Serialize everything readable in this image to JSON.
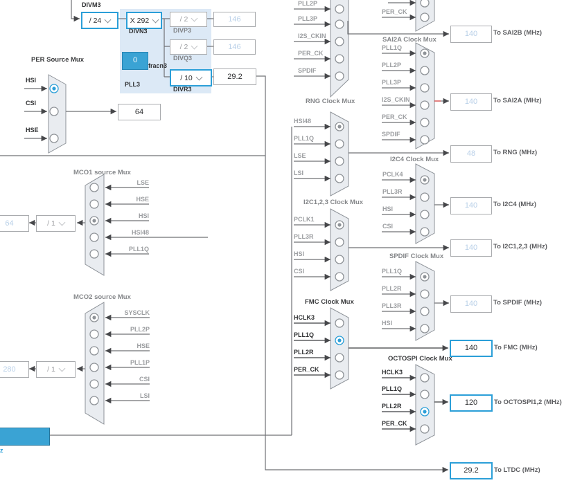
{
  "colors": {
    "accent": "#2b9fd8",
    "red": "#d22b2b",
    "fracn": "#3aa3d4",
    "dim_value": "#b9d0e8"
  },
  "pll3": {
    "divm3_label": "DIVM3",
    "divm3_value": "/ 24",
    "divn3_label": "DIVN3",
    "divn3_value": "X 292",
    "divp3_label": "DIVP3",
    "divp3_value": "/ 2",
    "divp3_out": "146",
    "divq3_label": "DIVQ3",
    "divq3_value": "/ 2",
    "divq3_out": "146",
    "divr3_label": "DIVR3",
    "divr3_value": "/ 10",
    "divr3_out": "29.2",
    "fracn_value": "0",
    "fracn_label": "fracn3",
    "block_label": "PLL3"
  },
  "per_mux": {
    "title": "PER Source Mux",
    "in0": "HSI",
    "in1": "CSI",
    "in2": "HSE",
    "out": "64"
  },
  "mco1": {
    "title": "MCO1 source Mux",
    "in0": "LSE",
    "in1": "HSE",
    "in2": "HSI",
    "in3": "HSI48",
    "in4": "PLL1Q",
    "div": "/ 1",
    "out": "64"
  },
  "mco2": {
    "title": "MCO2 source Mux",
    "in0": "SYSCLK",
    "in1": "PLL2P",
    "in2": "HSE",
    "in3": "PLL1P",
    "in4": "CSI",
    "in5": "LSI",
    "div": "/ 1",
    "out": "280"
  },
  "misc": {
    "corner_text": "z"
  },
  "sai_feed": {
    "in0": "PLL2P",
    "in1": "PLL3P",
    "in2": "I2S_CKIN",
    "in3": "PER_CK",
    "in4": "SPDIF"
  },
  "topright": {
    "in0": "PER_CK"
  },
  "rng": {
    "title": "RNG Clock Mux",
    "in0": "HSI48",
    "in1": "PLL1Q",
    "in2": "LSE",
    "in3": "LSI"
  },
  "i2c123": {
    "title": "I2C1,2,3 Clock Mux",
    "in0": "PCLK1",
    "in1": "PLL3R",
    "in2": "HSI",
    "in3": "CSI"
  },
  "fmc": {
    "title": "FMC Clock Mux",
    "in0": "HCLK3",
    "in1": "PLL1Q",
    "in2": "PLL2R",
    "in3": "PER_CK"
  },
  "sai2a": {
    "title": "SAI2A Clock Mux",
    "in0": "PLL1Q",
    "in1": "PLL2P",
    "in2": "PLL3P",
    "in3": "I2S_CKIN",
    "in4": "PER_CK",
    "in5": "SPDIF"
  },
  "i2c4": {
    "title": "I2C4 Clock Mux",
    "in0": "PCLK4",
    "in1": "PLL3R",
    "in2": "HSI",
    "in3": "CSI"
  },
  "spdif": {
    "title": "SPDIF Clock Mux",
    "in0": "PLL1Q",
    "in1": "PLL2R",
    "in2": "PLL3R",
    "in3": "HSI"
  },
  "octospi": {
    "title": "OCTOSPI Clock Mux",
    "in0": "HCLK3",
    "in1": "PLL1Q",
    "in2": "PLL2R",
    "in3": "PER_CK"
  },
  "outputs": {
    "sai2b": {
      "value": "140",
      "label": "To SAI2B (MHz)"
    },
    "sai2a": {
      "value": "140",
      "label": "To SAI2A (MHz)"
    },
    "rng": {
      "value": "48",
      "label": "To RNG (MHz)"
    },
    "i2c4": {
      "value": "140",
      "label": "To I2C4 (MHz)"
    },
    "i2c123": {
      "value": "140",
      "label": "To I2C1,2,3 (MHz)"
    },
    "spdif": {
      "value": "140",
      "label": "To SPDIF (MHz)"
    },
    "fmc": {
      "value": "140",
      "label": "To FMC (MHz)"
    },
    "octospi": {
      "value": "120",
      "label": "To OCTOSPI1,2 (MHz)"
    },
    "ltdc": {
      "value": "29.2",
      "label": "To LTDC (MHz)"
    }
  }
}
